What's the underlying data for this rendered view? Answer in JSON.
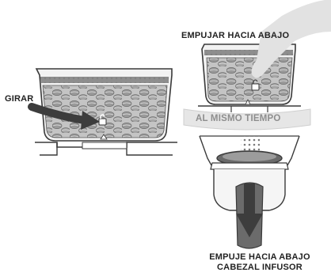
{
  "labels": {
    "push_down": "EMPUJAR HACIA ABAJO",
    "rotate": "GIRAR",
    "same_time": "AL MISMO TIEMPO",
    "push_head_line1": "EMPUJE HACIA ABAJO",
    "push_head_line2": "CABEZAL INFUSOR"
  },
  "colors": {
    "outline": "#3a3a3a",
    "bean_fill": "#bdbdbd",
    "arrow": "#3d3d3d",
    "band": "#e6e6e6"
  },
  "icons": [
    "lock-icon",
    "rotate-arrow-icon",
    "down-arrow-icon",
    "hand-icon"
  ]
}
